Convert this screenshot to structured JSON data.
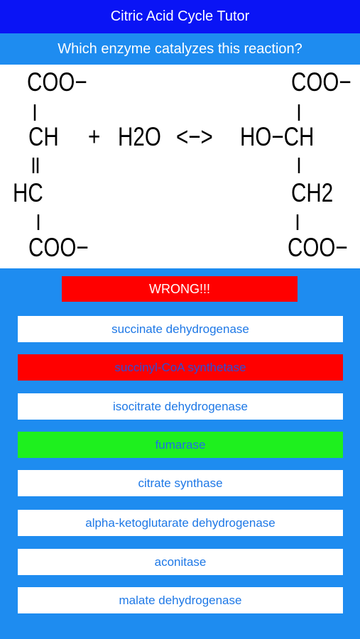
{
  "app": {
    "title": "Citric Acid Cycle Tutor"
  },
  "question": {
    "text": "Which enzyme catalyzes this reaction?"
  },
  "reaction": {
    "reactant": {
      "top": "COO−",
      "ch": "CH",
      "hc": "HC",
      "bottom": "COO−"
    },
    "plus": "+",
    "water": "H2O",
    "arrow": "<−>",
    "product": {
      "top": "COO−",
      "hoch": "HO−CH",
      "ch2": "CH2",
      "bottom": "COO−"
    }
  },
  "feedback": {
    "text": "WRONG!!!",
    "color": "#ff0000"
  },
  "answers": [
    {
      "label": "succinate dehydrogenase",
      "state": "default"
    },
    {
      "label": "succinyl-CoA synthetase",
      "state": "wrong"
    },
    {
      "label": "isocitrate dehydrogenase",
      "state": "default"
    },
    {
      "label": "fumarase",
      "state": "correct"
    },
    {
      "label": "citrate synthase",
      "state": "default"
    },
    {
      "label": "alpha-ketoglutarate dehydrogenase",
      "state": "default"
    },
    {
      "label": "aconitase",
      "state": "default"
    },
    {
      "label": "malate dehydrogenase",
      "state": "default"
    }
  ],
  "colors": {
    "nav": "#0a14f5",
    "background": "#1e8cf0",
    "wrong": "#ff0000",
    "correct": "#1ef01e",
    "answer_text": "#1e78e6"
  }
}
